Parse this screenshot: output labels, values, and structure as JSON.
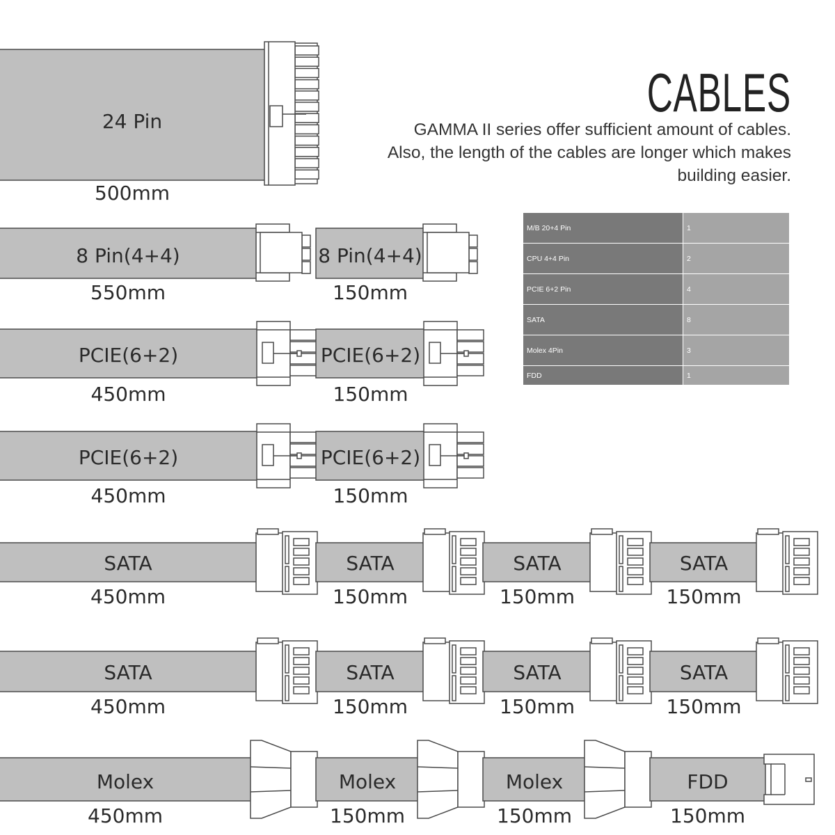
{
  "header": {
    "title": "CABLES",
    "description": [
      "GAMMA II series offer sufficient amount of cables.",
      "Also, the length of the cables are longer which makes",
      "building easier."
    ]
  },
  "colors": {
    "cable": "#bfbfbf",
    "line": "#4a4a4a",
    "connector": "#ffffff",
    "text": "#2a2a2a"
  },
  "spec_table": [
    {
      "name": "M/B 20+4 Pin",
      "count": "1"
    },
    {
      "name": "CPU 4+4 Pin",
      "count": "2"
    },
    {
      "name": "PCIE 6+2 Pin",
      "count": "4"
    },
    {
      "name": "SATA",
      "count": "8"
    },
    {
      "name": "Molex 4Pin",
      "count": "3"
    },
    {
      "name": "FDD",
      "count": "1"
    }
  ],
  "cables": [
    {
      "segments": [
        {
          "label": "24 Pin",
          "length": "500mm",
          "connector": "24pin"
        }
      ]
    },
    {
      "segments": [
        {
          "label": "8 Pin(4+4)",
          "length": "550mm",
          "connector": "eps"
        },
        {
          "label": "8 Pin(4+4)",
          "length": "150mm",
          "connector": "eps"
        }
      ]
    },
    {
      "segments": [
        {
          "label": "PCIE(6+2)",
          "length": "450mm",
          "connector": "pcie"
        },
        {
          "label": "PCIE(6+2)",
          "length": "150mm",
          "connector": "pcie"
        }
      ]
    },
    {
      "segments": [
        {
          "label": "PCIE(6+2)",
          "length": "450mm",
          "connector": "pcie"
        },
        {
          "label": "PCIE(6+2)",
          "length": "150mm",
          "connector": "pcie"
        }
      ]
    },
    {
      "segments": [
        {
          "label": "SATA",
          "length": "450mm",
          "connector": "sata"
        },
        {
          "label": "SATA",
          "length": "150mm",
          "connector": "sata"
        },
        {
          "label": "SATA",
          "length": "150mm",
          "connector": "sata"
        },
        {
          "label": "SATA",
          "length": "150mm",
          "connector": "sata"
        }
      ]
    },
    {
      "segments": [
        {
          "label": "SATA",
          "length": "450mm",
          "connector": "sata"
        },
        {
          "label": "SATA",
          "length": "150mm",
          "connector": "sata"
        },
        {
          "label": "SATA",
          "length": "150mm",
          "connector": "sata"
        },
        {
          "label": "SATA",
          "length": "150mm",
          "connector": "sata"
        }
      ]
    },
    {
      "segments": [
        {
          "label": "Molex",
          "length": "450mm",
          "connector": "molex"
        },
        {
          "label": "Molex",
          "length": "150mm",
          "connector": "molex"
        },
        {
          "label": "Molex",
          "length": "150mm",
          "connector": "molex"
        },
        {
          "label": "FDD",
          "length": "150mm",
          "connector": "fdd"
        }
      ]
    }
  ]
}
